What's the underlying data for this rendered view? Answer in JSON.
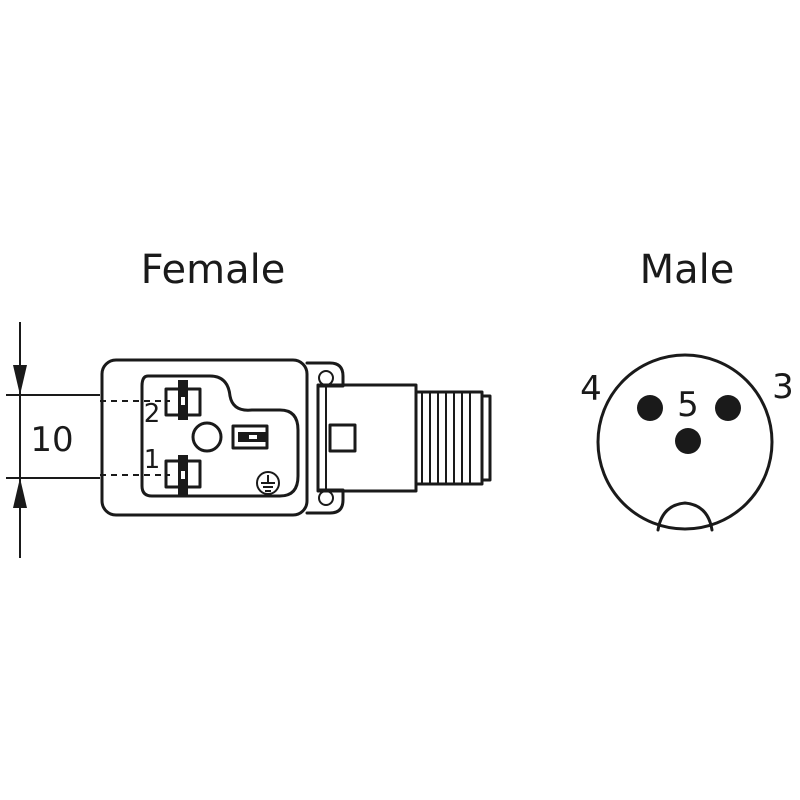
{
  "female": {
    "title": "Female",
    "pin_labels": [
      "2",
      "1"
    ]
  },
  "male": {
    "title": "Male",
    "pin_labels": [
      "4",
      "5",
      "3"
    ]
  },
  "dimension": {
    "value": "10"
  }
}
